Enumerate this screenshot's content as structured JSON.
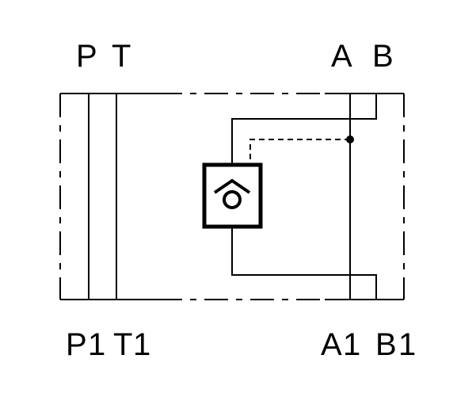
{
  "ports_top": {
    "p": "P",
    "t": "T",
    "a": "A",
    "b": "B"
  },
  "ports_bottom": {
    "p1_main": "P",
    "p1_sub": "1",
    "t1_main": "T",
    "t1_sub": "1",
    "a1_main": "A",
    "a1_sub": "1",
    "b1_main": "B",
    "b1_sub": "1"
  },
  "colors": {
    "line": "#000000",
    "background": "#ffffff"
  },
  "icons": {
    "check_valve": "check-valve-icon",
    "junction": "junction-dot"
  }
}
